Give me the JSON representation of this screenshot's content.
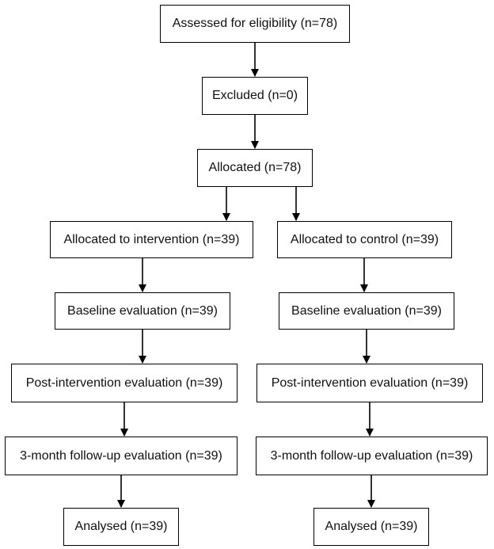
{
  "assessed": "Assessed for eligibility (n=78)",
  "excluded": "Excluded (n=0)",
  "allocated": "Allocated (n=78)",
  "intervention_arm": {
    "allocated": "Allocated to intervention (n=39)",
    "baseline": "Baseline evaluation (n=39)",
    "post": "Post-intervention evaluation (n=39)",
    "followup": "3-month follow-up evaluation (n=39)",
    "analysed": "Analysed (n=39)"
  },
  "control_arm": {
    "allocated": "Allocated to control (n=39)",
    "baseline": "Baseline evaluation (n=39)",
    "post": "Post-intervention evaluation (n=39)",
    "followup": "3-month follow-up evaluation (n=39)",
    "analysed": "Analysed (n=39)"
  }
}
